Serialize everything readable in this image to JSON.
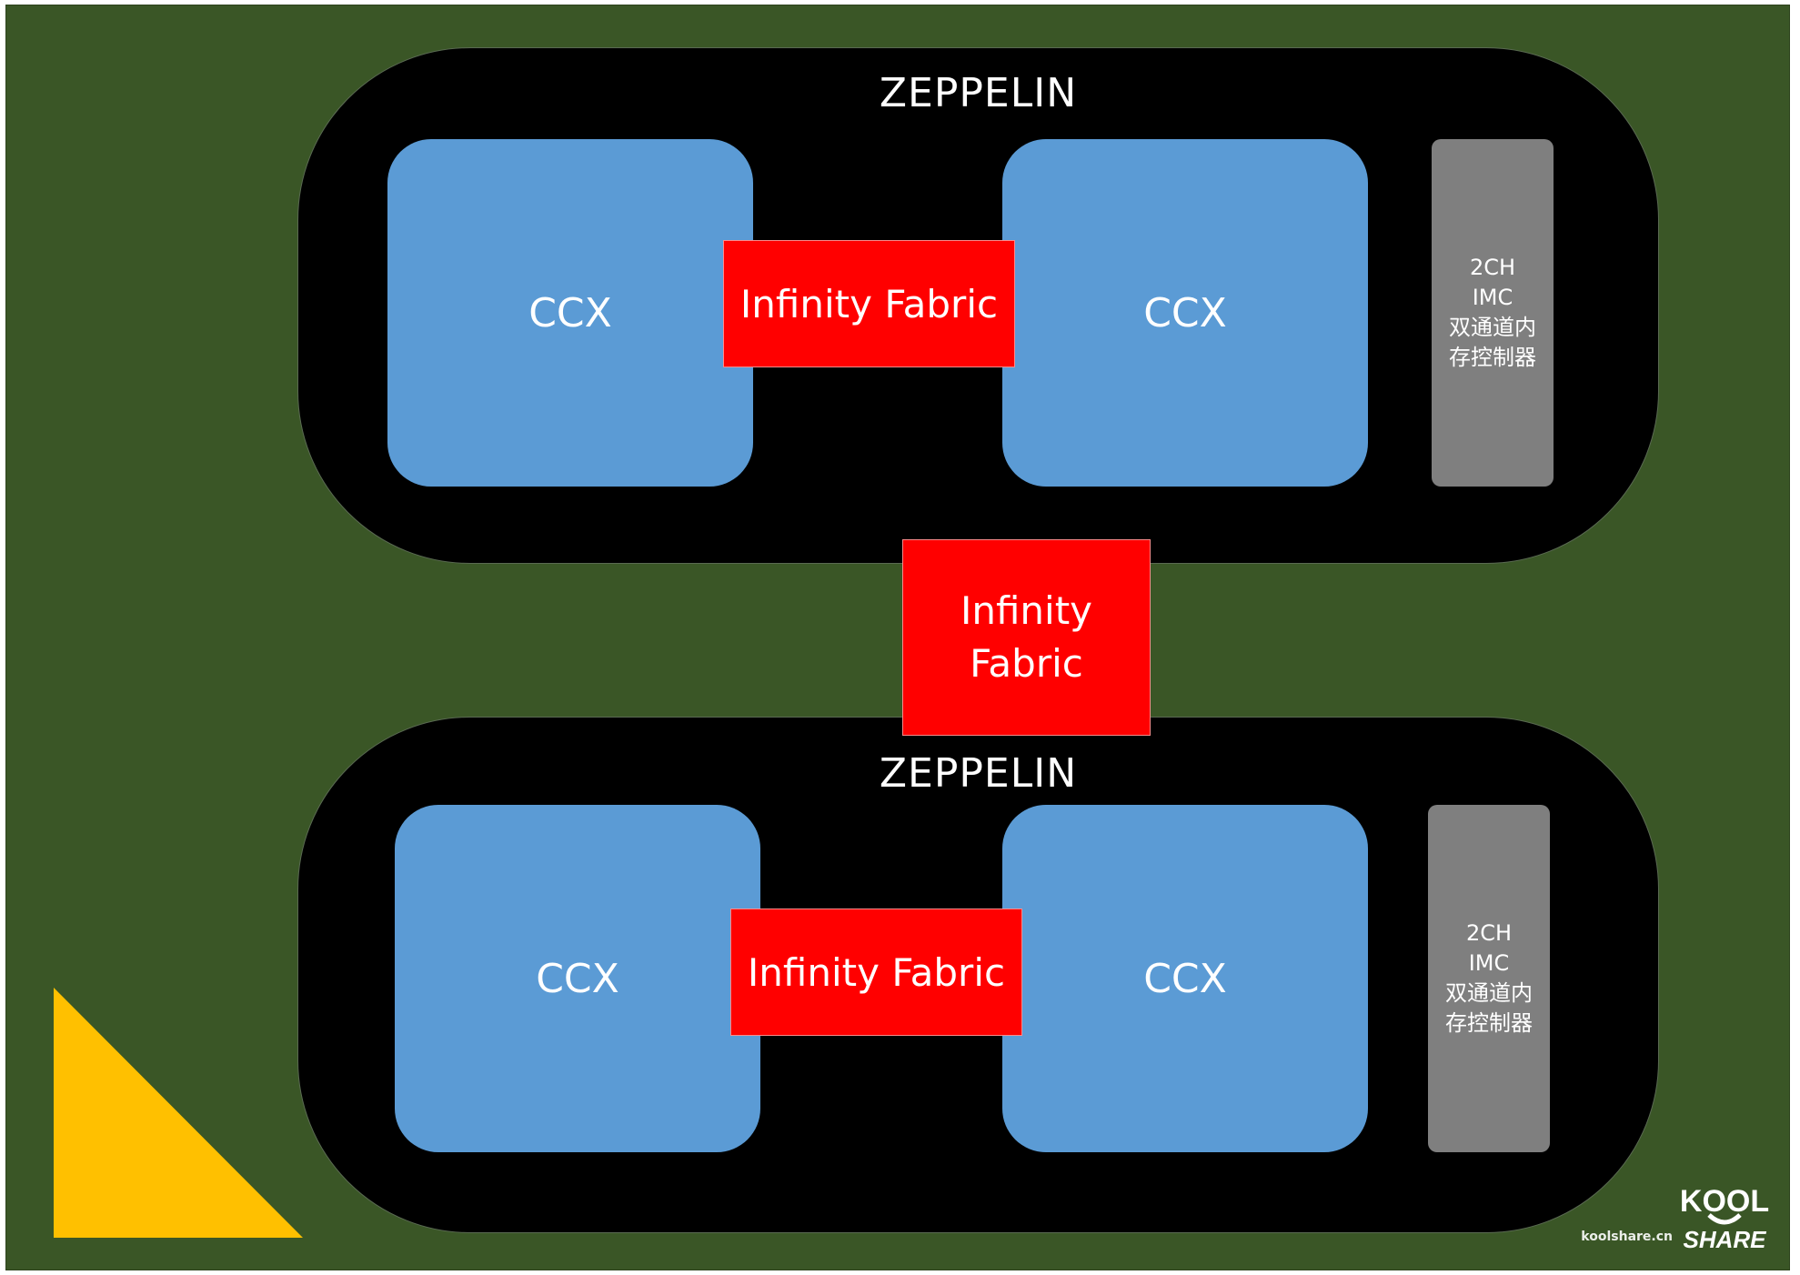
{
  "diagram": {
    "die_label": "ZEPPELIN",
    "ccx_label": "CCX",
    "fabric_label": "Infinity Fabric",
    "fabric_stacked": {
      "line1": "Infinity",
      "line2": "Fabric"
    },
    "imc": {
      "line1": "2CH",
      "line2": "IMC",
      "line3": "双通道内",
      "line4": "存控制器"
    }
  },
  "watermark": {
    "url": "koolshare.cn",
    "logo_line1": "KOOL",
    "logo_line2": "SHARE"
  },
  "colors": {
    "board": "#3a5626",
    "die": "#000000",
    "ccx": "#5b9bd5",
    "fabric": "#ff0000",
    "imc": "#7f7f7f",
    "triangle": "#ffc000"
  }
}
